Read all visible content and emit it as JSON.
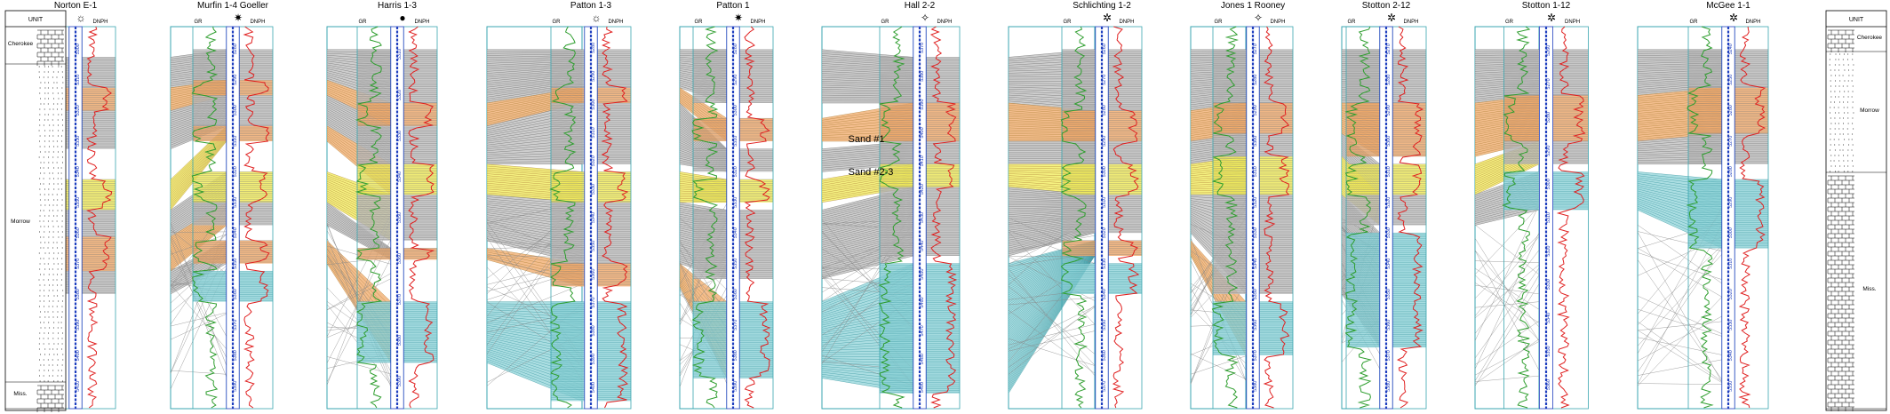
{
  "colors": {
    "gr_curve": "#2e9e2e",
    "dphi_curve": "#e02020",
    "depth_track": "#1f3fbf",
    "sand_yellow": "#f2ec55",
    "sand_orange": "#f0a868",
    "shale_gray": "#bdbdbd",
    "lime_cyan": "#8fd3d8",
    "panel_border": "#3aa6b0"
  },
  "legend_left": {
    "header": "UNIT",
    "units": [
      "Cherokee",
      "Morrow",
      "Miss."
    ]
  },
  "legend_right": {
    "header": "UNIT",
    "units": [
      "Cherokee",
      "Morrow",
      "Miss."
    ]
  },
  "curve_labels": {
    "gr": "GR",
    "dphi": "DNPH"
  },
  "sand_labels": [
    "Sand #1",
    "Sand #2-3"
  ],
  "wells": [
    {
      "name": "Norton E-1",
      "symbol_icon": "dry-hole-gas-show-icon",
      "symbol": "☼",
      "depths": [
        "5300",
        "5310",
        "5320",
        "5330",
        "5340",
        "5350",
        "5360",
        "5370",
        "5380",
        "5390",
        "5400",
        "5410"
      ]
    },
    {
      "name": "Murfin 1-4 Goeller",
      "symbol_icon": "gas-well-icon",
      "symbol": "✷",
      "depths": [
        "5280",
        "5290",
        "5300",
        "5310",
        "5320",
        "5330",
        "5340",
        "5350",
        "5360",
        "5370",
        "5380",
        "5390"
      ]
    },
    {
      "name": "Harris 1-3",
      "symbol_icon": "oil-well-icon",
      "symbol": "●",
      "depths": [
        "5310",
        "5320",
        "5330",
        "5340",
        "5350",
        "5360",
        "5370",
        "5380",
        "5390"
      ]
    },
    {
      "name": "Patton 1-3",
      "symbol_icon": "dry-hole-gas-show-icon",
      "symbol": "☼",
      "depths": [
        "5280",
        "5290",
        "5300",
        "5310",
        "5320",
        "5330",
        "5340",
        "5350",
        "5360",
        "5370",
        "5380",
        "5390",
        "5400"
      ]
    },
    {
      "name": "Patton 1",
      "symbol_icon": "gas-well-icon",
      "symbol": "✷",
      "depths": [
        "5280",
        "5290",
        "5300",
        "5310",
        "5320",
        "5330",
        "5340",
        "5350",
        "5360",
        "5370",
        "5380",
        "5390"
      ]
    },
    {
      "name": "Hall 2-2",
      "symbol_icon": "dry-hole-icon",
      "symbol": "✧",
      "depths": [
        "5370",
        "5380",
        "5390",
        "5400",
        "5410",
        "5420",
        "5430",
        "5440",
        "5450",
        "5460",
        "5470",
        "5480",
        "5490"
      ]
    },
    {
      "name": "Schlichting 1-2",
      "symbol_icon": "abandoned-gas-well-icon",
      "symbol": "✲",
      "depths": [
        "5260",
        "5270",
        "5280",
        "5290",
        "5300",
        "5310",
        "5320",
        "5330",
        "5340",
        "5350",
        "5360",
        "5370"
      ]
    },
    {
      "name": "Jones 1 Rooney",
      "symbol_icon": "dry-hole-icon",
      "symbol": "✧",
      "depths": [
        "5270",
        "5280",
        "5290",
        "5300",
        "5310",
        "5320",
        "5330",
        "5340",
        "5350",
        "5360",
        "5370",
        "5380"
      ]
    },
    {
      "name": "Stotton 2-12",
      "symbol_icon": "abandoned-gas-well-icon",
      "symbol": "✲",
      "depths": [
        "5270",
        "5280",
        "5290",
        "5300",
        "5310",
        "5320",
        "5330",
        "5340",
        "5350",
        "5360",
        "5370",
        "5380"
      ]
    },
    {
      "name": "Stotton 1-12",
      "symbol_icon": "abandoned-gas-well-icon",
      "symbol": "✲",
      "depths": [
        "5260",
        "5270",
        "5280",
        "5290",
        "5300",
        "5310",
        "5320",
        "5330",
        "5340",
        "5350",
        "5360"
      ]
    },
    {
      "name": "McGee 1-1",
      "symbol_icon": "abandoned-gas-well-icon",
      "symbol": "✲",
      "depths": [
        "5240",
        "5250",
        "5260",
        "5270",
        "5280",
        "5290",
        "5300",
        "5310",
        "5320",
        "5330",
        "5340",
        "5350"
      ]
    }
  ]
}
